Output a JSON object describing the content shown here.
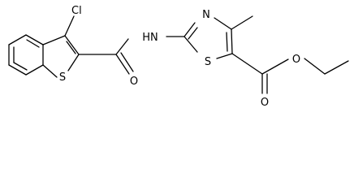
{
  "molecule": {
    "atoms": {
      "cl": "Cl",
      "s_benzothiophene": "S",
      "o_amide": "O",
      "nh": "HN",
      "n_thiazole": "N",
      "s_thiazole": "S",
      "o_ester_single": "O",
      "o_ester_double": "O"
    }
  }
}
